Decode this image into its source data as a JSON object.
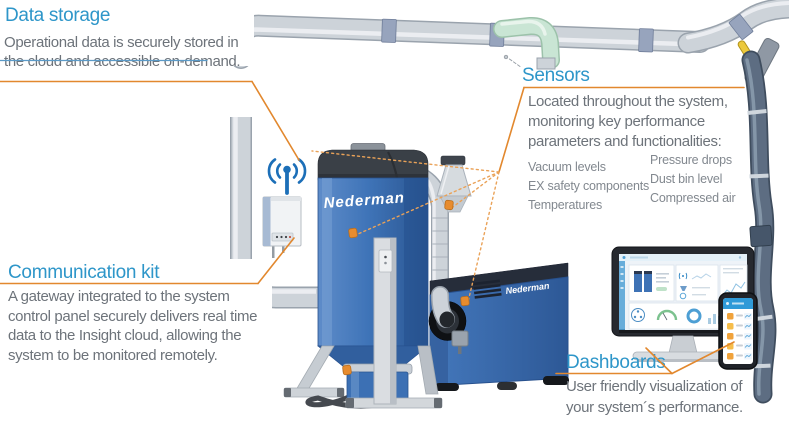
{
  "palette": {
    "heading_blue": "#2e96c9",
    "body_text_gray": "#6d737a",
    "callout_orange": "#e2882e",
    "machine_blue": "#3c70b4",
    "duct_gray": "#c9cfd6",
    "hose_slate": "#5b6b80",
    "wifi_blue": "#1c6fb8",
    "sensor_dot_orange": "#e78c2f"
  },
  "callouts": {
    "data_storage": {
      "title": "Data storage",
      "lines": [
        "Operational data is securely stored in",
        "the cloud and accessible on-demand."
      ]
    },
    "communication_kit": {
      "title": "Communication kit",
      "lines": [
        "A gateway integrated to the system",
        "control panel securely delivers real time",
        "data to the Insight cloud, allowing the",
        "system to be monitored remotely."
      ]
    },
    "sensors": {
      "title": "Sensors",
      "lines": [
        "Located throughout the system,",
        "monitoring key performance",
        "parameters and functionalities:"
      ],
      "items_left": [
        "Vacuum levels",
        "EX safety components",
        "Temperatures"
      ],
      "items_right": [
        "Pressure drops",
        "Dust bin level",
        "Compressed air"
      ]
    },
    "dashboards": {
      "title": "Dashboards",
      "lines": [
        "User friendly visualization of",
        "your system´s performance."
      ]
    }
  },
  "equipment": {
    "collector_logo": "Nederman",
    "fan_logo": "Nederman"
  }
}
